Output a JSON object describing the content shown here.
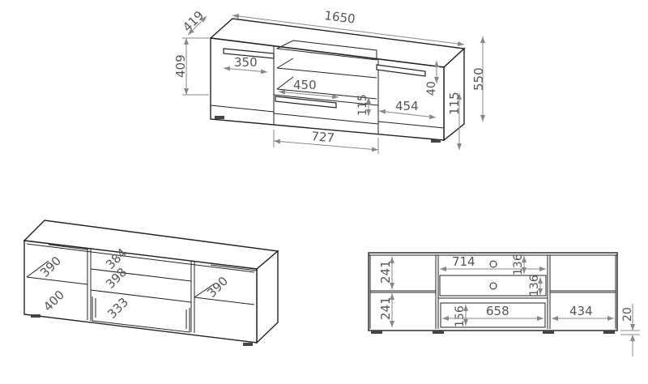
{
  "views": {
    "front_closed": {
      "dimensions": {
        "total_width": "1650",
        "depth": "419",
        "side_height": "409",
        "total_height": "550",
        "handle_width": "350",
        "shelf_depth": "450",
        "drawer_height": "115",
        "handle_height": "40",
        "door_width": "454",
        "base_height": "115",
        "middle_width": "727"
      }
    },
    "perspective_open": {
      "dimensions": {
        "left_upper_depth": "390",
        "left_lower_depth": "400",
        "middle_top_depth": "384",
        "middle_mid_depth": "398",
        "drawer_depth": "333",
        "right_depth": "390"
      }
    },
    "front_open": {
      "dimensions": {
        "left_upper_height": "241",
        "left_lower_height": "241",
        "middle_width": "714",
        "middle_upper_height": "136",
        "middle_lower_height": "136",
        "drawer_inner_height": "156",
        "drawer_inner_width": "658",
        "right_width": "434",
        "foot_height": "20"
      }
    }
  }
}
